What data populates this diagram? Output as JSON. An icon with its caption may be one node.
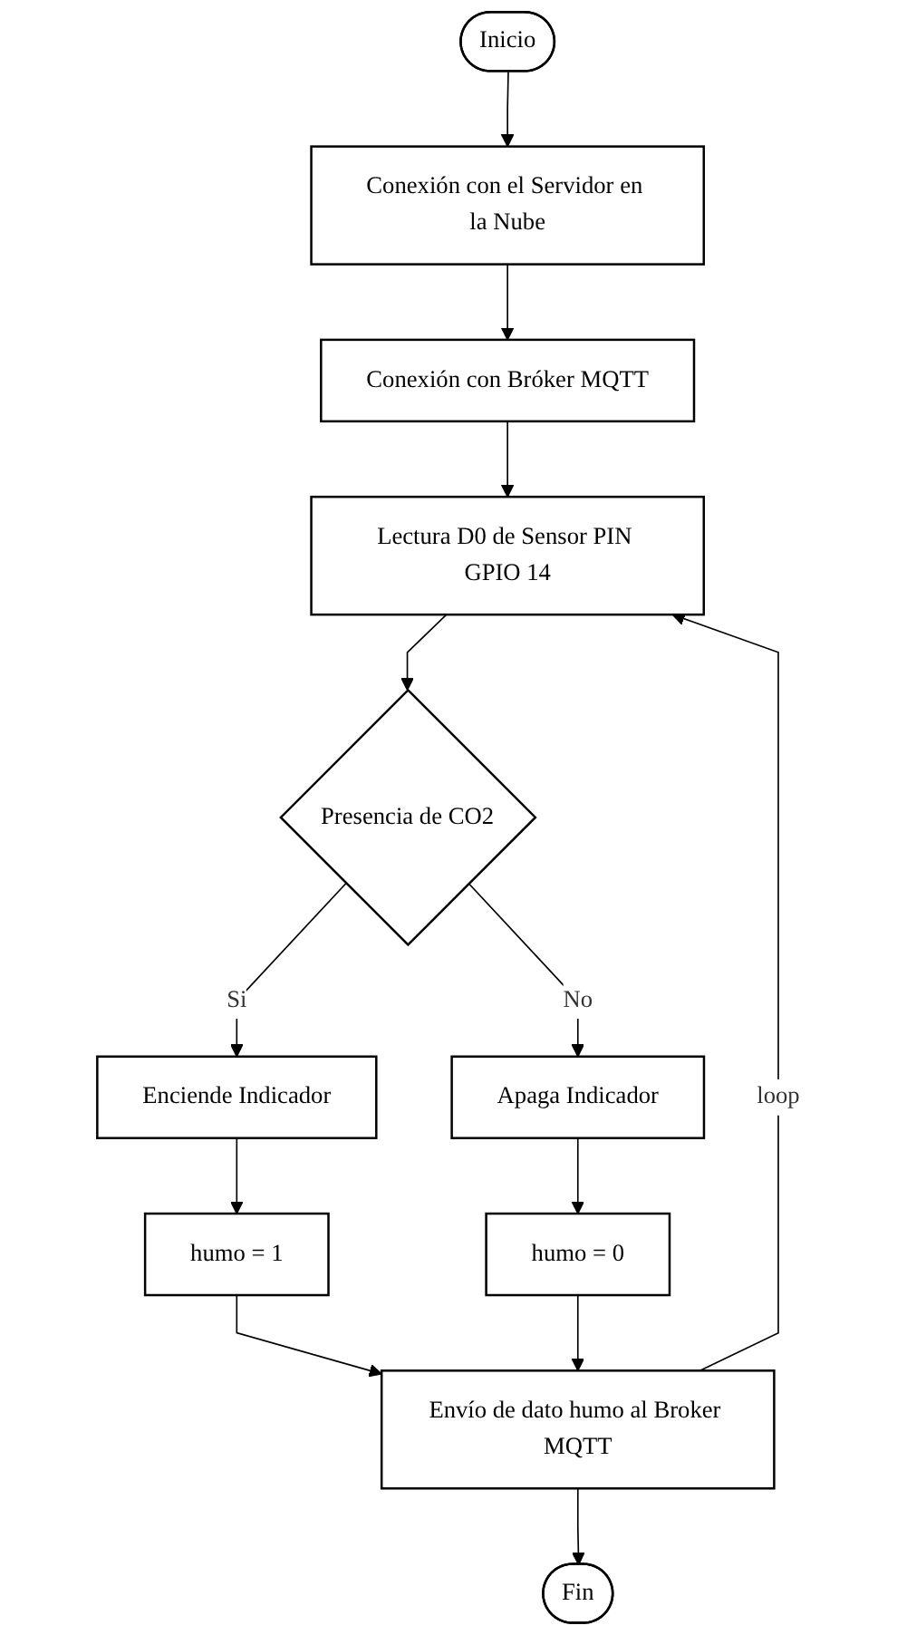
{
  "diagram": {
    "nodes": [
      {
        "text": [
          "Inicio"
        ]
      },
      {
        "text": [
          "Conexión con el Servidor en la Nube"
        ]
      },
      {
        "text": [
          "Conexión con Bróker MQTT"
        ]
      },
      {
        "text": [
          "Lectura D0 de Sensor PIN GPIO 14"
        ]
      },
      {
        "text": [
          "Presencia de CO2"
        ]
      },
      {
        "text": [
          "Enciende Indicador"
        ]
      },
      {
        "text": [
          "Apaga Indicador"
        ]
      },
      {
        "text": [
          "humo = 1"
        ]
      },
      {
        "text": [
          "humo = 0"
        ]
      },
      {
        "text": [
          "Envío de dato humo al Broker MQTT"
        ]
      },
      {
        "text": [
          "Fin"
        ]
      }
    ],
    "edges": [
      {
        "from": 0,
        "to": 1,
        "arrow": "to"
      },
      {
        "from": 1,
        "to": 2,
        "arrow": "to"
      },
      {
        "from": 2,
        "to": 3,
        "arrow": "to"
      },
      {
        "from": 3,
        "to": 4,
        "arrow": "to"
      },
      {
        "from": 4,
        "to": 5,
        "label": "Si",
        "arrow": "to"
      },
      {
        "from": 4,
        "to": 6,
        "label": "No",
        "arrow": "to"
      },
      {
        "from": 5,
        "to": 7,
        "arrow": "to"
      },
      {
        "from": 6,
        "to": 8,
        "arrow": "to"
      },
      {
        "from": 7,
        "to": 9,
        "arrow": "to"
      },
      {
        "from": 8,
        "to": 9,
        "arrow": "to"
      },
      {
        "from": 9,
        "to": 3,
        "label": "loop",
        "arrow": "to"
      },
      {
        "from": 9,
        "to": 10,
        "arrow": "to"
      }
    ]
  }
}
